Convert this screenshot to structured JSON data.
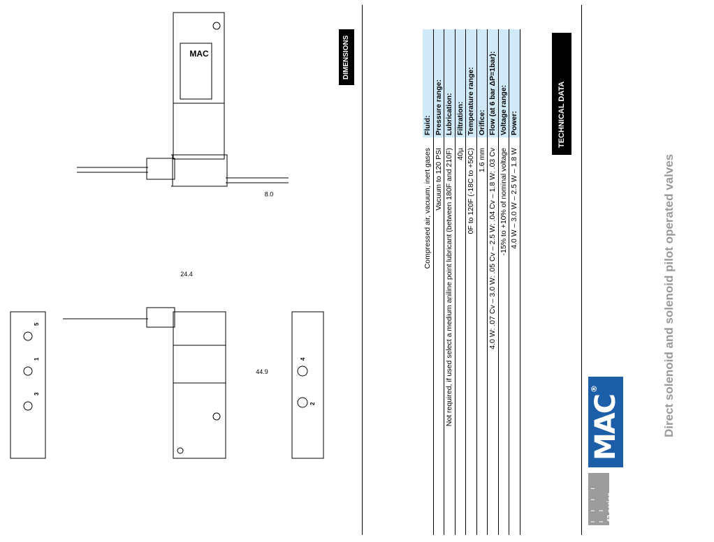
{
  "header": {
    "series_label": "43 series",
    "series_dots": "l l l l l l",
    "logo_text": "MAC",
    "logo_reg": "®",
    "page_heading": "Direct solenoid and solenoid pilot operated valves"
  },
  "technical_data": {
    "title": "TECHNICAL DATA",
    "rows": [
      {
        "label": "Fluid:",
        "value": "Compressed air, vacuum, inert gases"
      },
      {
        "label": "Pressure range:",
        "value": "Vacuum to 120 PSI"
      },
      {
        "label": "Lubrication:",
        "value": "Not required, if used select a medium aniline point lubricant (between 180F and 210F)"
      },
      {
        "label": "Filtration:",
        "value": "40µ"
      },
      {
        "label": "Temperature range:",
        "value": "0F to 120F (-18C to +50C)"
      },
      {
        "label": "Orifice:",
        "value": "1.6 mm"
      },
      {
        "label": "Flow (at 6 bar ΔP=1bar):",
        "value": "4.0 W: .07 Cv – 3.0 W: .05 Cv – 2.5 W: .04 Cv – 1.8 W: .03 Cv"
      },
      {
        "label": "Voltage range:",
        "value": "-15% to +10% of nominal voltage"
      },
      {
        "label": "Power:",
        "value": "4.0 W – 3.0 W – 2.5 W – 1.8 W"
      }
    ]
  },
  "dimensions": {
    "title": "DIMENSIONS",
    "dim_height": "8.0",
    "dim_width": "24.4",
    "dim_length": "44.9",
    "port_labels": [
      "4",
      "2",
      "5",
      "1",
      "3"
    ],
    "nameplate_logo": "MAC"
  }
}
